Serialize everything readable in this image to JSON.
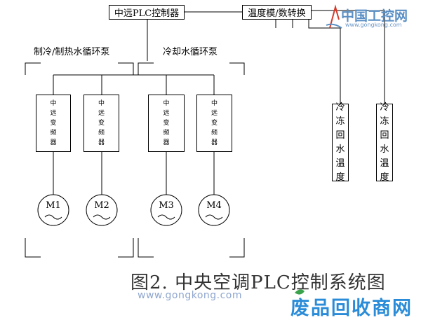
{
  "plc_box": "中远PLC控制器",
  "adc_box": "温度模/数转换",
  "group_left_label": "制冷/制热水循环泵",
  "group_right_label": "冷却水循环泵",
  "vfd_chars": [
    "中",
    "远",
    "变",
    "频",
    "器"
  ],
  "motors": [
    "M1",
    "M2",
    "M3",
    "M4"
  ],
  "sensor_chars": [
    "冷",
    "冻",
    "回",
    "水",
    "温",
    "度"
  ],
  "caption": "图2.  中央空调PLC控制系统图",
  "watermark": {
    "brand": "中国工控网",
    "brand_url": "www.gongkong.com",
    "site": "www.gongkong.com",
    "recycle": "废品回收商网"
  }
}
